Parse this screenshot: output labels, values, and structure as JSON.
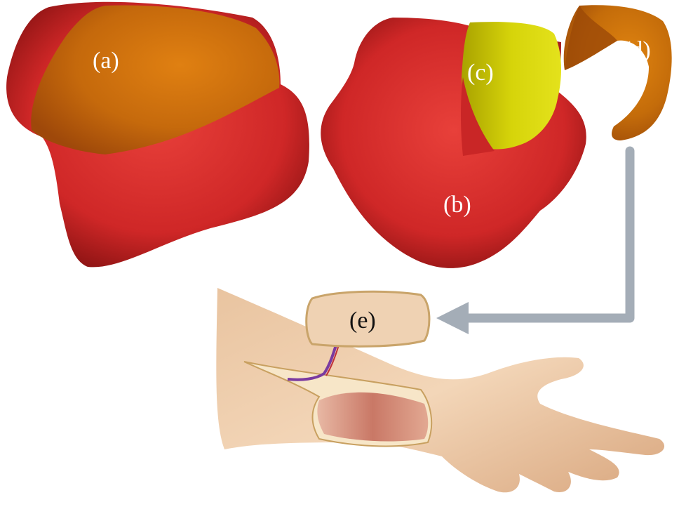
{
  "labels": {
    "a": "(a)",
    "b": "(b)",
    "c": "(c)",
    "d": "(d)",
    "e": "(e)"
  },
  "colors": {
    "red": "#d42a2a",
    "orange": "#d87a10",
    "yellow": "#c8cc10",
    "skin": "#f0cfae",
    "arrow": "#a4adb7"
  }
}
